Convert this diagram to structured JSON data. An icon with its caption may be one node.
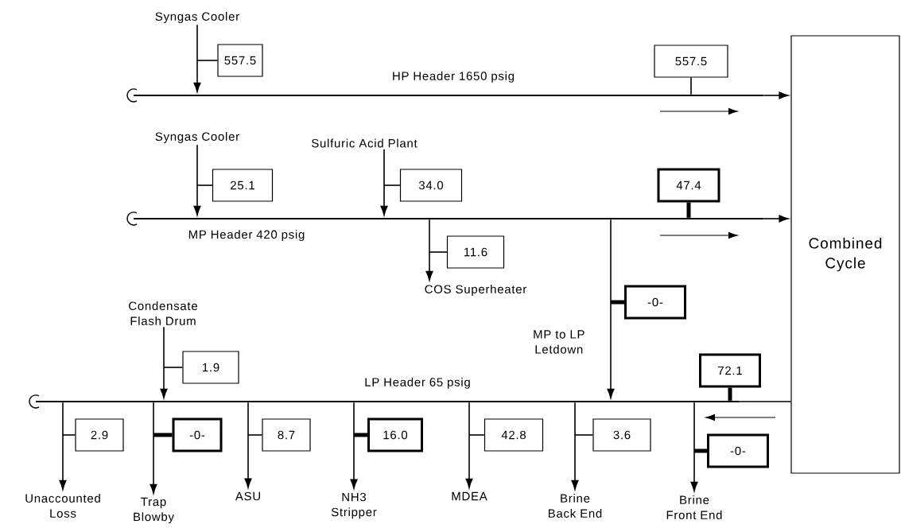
{
  "diagram": {
    "nodes": [
      {
        "text": [
          "Syngas Cooler"
        ]
      },
      {
        "text": [
          "557.5"
        ]
      },
      {
        "text": [
          "557.5"
        ]
      },
      {
        "text": [
          "HP Header 1650 psig"
        ]
      },
      {
        "text": [
          "Combined Cycle"
        ]
      },
      {
        "text": [
          "Syngas Cooler"
        ]
      },
      {
        "text": [
          "25.1"
        ]
      },
      {
        "text": [
          "Sulfuric Acid Plant"
        ]
      },
      {
        "text": [
          "34.0"
        ]
      },
      {
        "text": [
          "47.4"
        ]
      },
      {
        "text": [
          "MP Header 420 psig"
        ]
      },
      {
        "text": [
          "11.6"
        ]
      },
      {
        "text": [
          "COS Superheater"
        ]
      },
      {
        "text": [
          "-0-"
        ]
      },
      {
        "text": [
          "Condensate Flash Drum"
        ]
      },
      {
        "text": [
          "1.9"
        ]
      },
      {
        "text": [
          "LP Header 65 psig"
        ]
      },
      {
        "text": [
          "72.1"
        ]
      },
      {
        "text": [
          "2.9"
        ]
      },
      {
        "text": [
          "-0-"
        ]
      },
      {
        "text": [
          "8.7"
        ]
      },
      {
        "text": [
          "16.0"
        ]
      },
      {
        "text": [
          "42.8"
        ]
      },
      {
        "text": [
          "3.6"
        ]
      },
      {
        "text": [
          "-0-"
        ]
      },
      {
        "text": [
          "Unaccounted Loss"
        ]
      },
      {
        "text": [
          "Trap Blowby"
        ]
      },
      {
        "text": [
          "ASU"
        ]
      },
      {
        "text": [
          "NH3 Stripper"
        ]
      },
      {
        "text": [
          "MDEA"
        ]
      },
      {
        "text": [
          "Brine Back End"
        ]
      },
      {
        "text": [
          "Brine Front End"
        ]
      }
    ],
    "edges": [
      {
        "from": 0,
        "to": 3,
        "arrow": "to"
      },
      {
        "from": 1,
        "to": null,
        "arrow": "none"
      },
      {
        "from": 2,
        "to": 3,
        "arrow": "none"
      },
      {
        "from": 3,
        "to": 4,
        "arrow": "to"
      },
      {
        "from": 5,
        "to": 10,
        "arrow": "to"
      },
      {
        "from": 6,
        "to": null,
        "arrow": "none"
      },
      {
        "from": 7,
        "to": 10,
        "arrow": "to"
      },
      {
        "from": 8,
        "to": null,
        "arrow": "none"
      },
      {
        "from": 9,
        "to": 10,
        "arrow": "none",
        "style": "thick"
      },
      {
        "from": 10,
        "to": 4,
        "arrow": "to"
      },
      {
        "from": 10,
        "to": 12,
        "arrow": "to"
      },
      {
        "from": 11,
        "to": null,
        "arrow": "none"
      },
      {
        "from": 10,
        "to": 16,
        "arrow": "to",
        "label": "MP to LP Letdown"
      },
      {
        "from": 13,
        "to": null,
        "arrow": "none",
        "style": "thick"
      },
      {
        "from": 14,
        "to": 16,
        "arrow": "to"
      },
      {
        "from": 15,
        "to": null,
        "arrow": "none"
      },
      {
        "from": 4,
        "to": 16,
        "arrow": "none"
      },
      {
        "from": 17,
        "to": 16,
        "arrow": "none",
        "style": "thick"
      },
      {
        "from": 16,
        "to": 25,
        "arrow": "to"
      },
      {
        "from": 16,
        "to": 26,
        "arrow": "to"
      },
      {
        "from": 16,
        "to": 27,
        "arrow": "to"
      },
      {
        "from": 16,
        "to": 28,
        "arrow": "to"
      },
      {
        "from": 16,
        "to": 29,
        "arrow": "to"
      },
      {
        "from": 16,
        "to": 30,
        "arrow": "to"
      },
      {
        "from": 16,
        "to": 31,
        "arrow": "to"
      },
      {
        "from": 18,
        "to": null,
        "arrow": "none"
      },
      {
        "from": 19,
        "to": null,
        "arrow": "none",
        "style": "thick"
      },
      {
        "from": 20,
        "to": null,
        "arrow": "none"
      },
      {
        "from": 21,
        "to": null,
        "arrow": "none",
        "style": "thick"
      },
      {
        "from": 22,
        "to": null,
        "arrow": "none"
      },
      {
        "from": 23,
        "to": null,
        "arrow": "none"
      },
      {
        "from": 24,
        "to": null,
        "arrow": "none",
        "style": "thick"
      }
    ]
  }
}
